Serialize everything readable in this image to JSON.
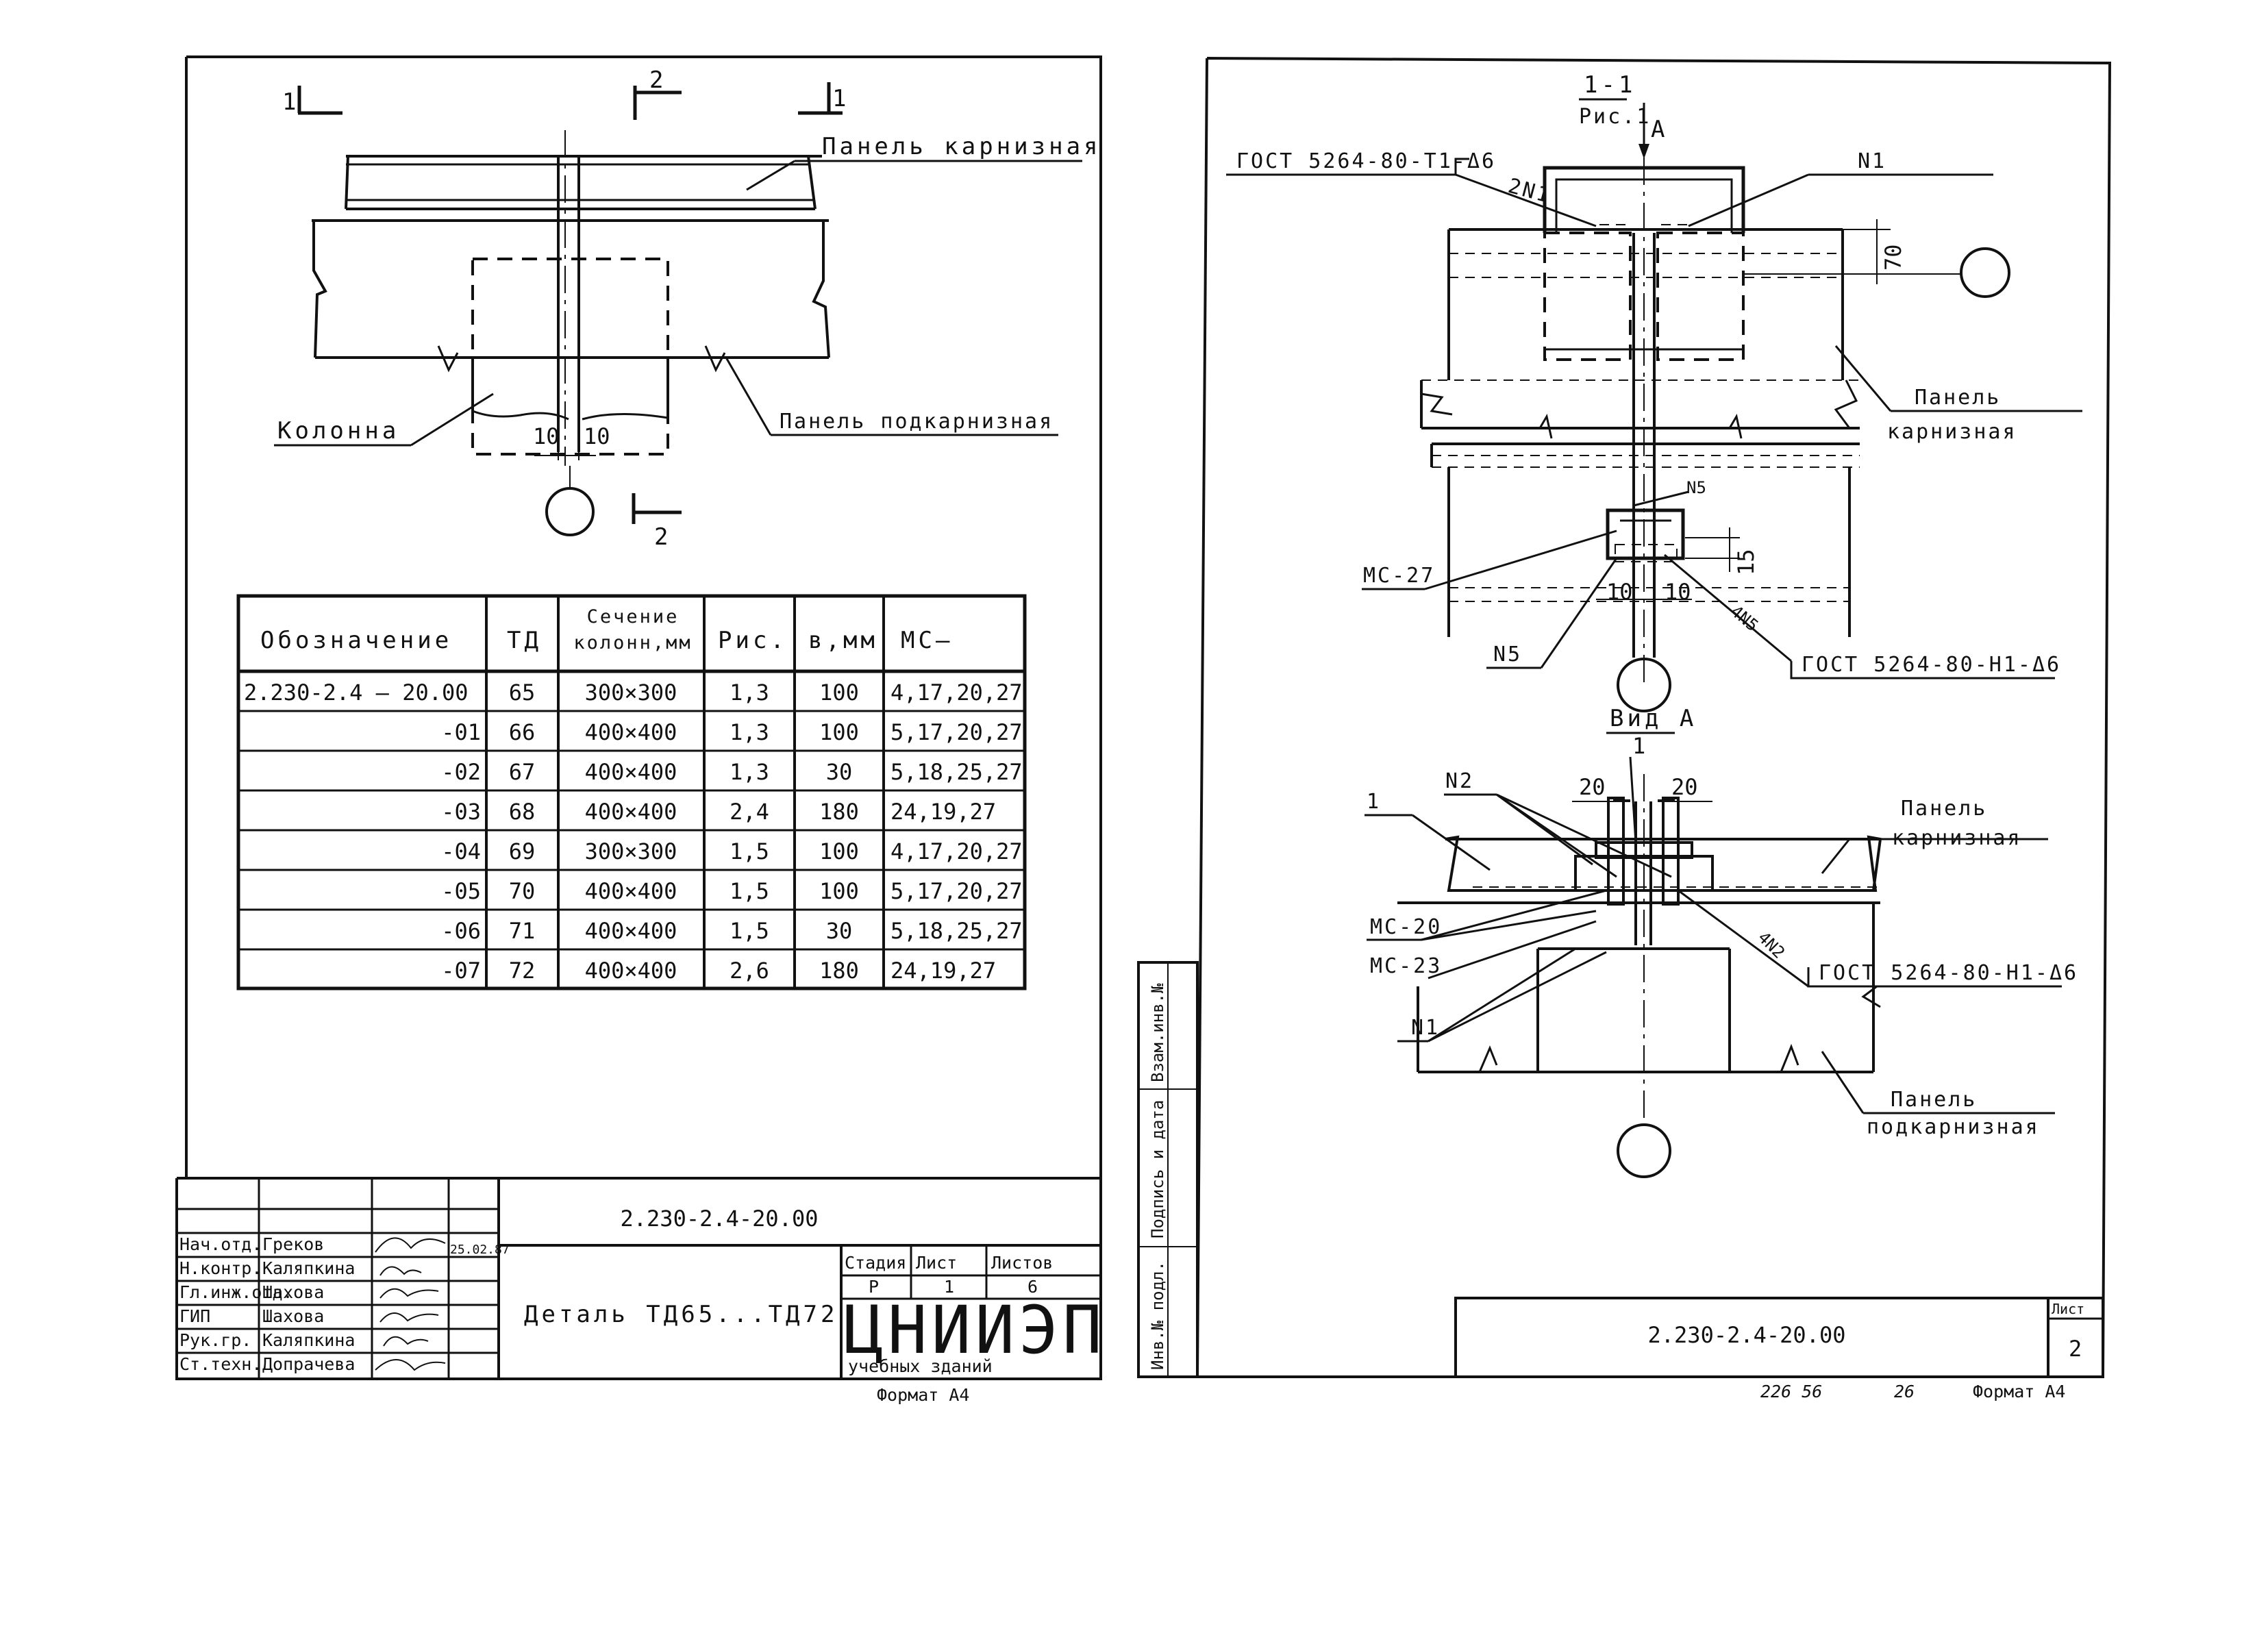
{
  "left_sheet": {
    "plan": {
      "section_1_left": "1",
      "section_2_top": "2",
      "section_1_right": "1",
      "section_2_bottom": "2",
      "label_cornice_panel": "Панель карнизная",
      "label_column": "Колонна",
      "label_sub_cornice_panel": "Панель подкарнизная",
      "dim_left": "10",
      "dim_right": "10"
    },
    "table": {
      "headers": [
        "Обозначение",
        "ТД",
        "Сечение колонн,мм",
        "Рис.",
        "в,мм",
        "МС–"
      ],
      "rows": [
        [
          "2.230-2.4 – 20.00",
          "65",
          "300×300",
          "1,3",
          "100",
          "4,17,20,27"
        ],
        [
          "-01",
          "66",
          "400×400",
          "1,3",
          "100",
          "5,17,20,27"
        ],
        [
          "-02",
          "67",
          "400×400",
          "1,3",
          "30",
          "5,18,25,27"
        ],
        [
          "-03",
          "68",
          "400×400",
          "2,4",
          "180",
          "24,19,27"
        ],
        [
          "-04",
          "69",
          "300×300",
          "1,5",
          "100",
          "4,17,20,27"
        ],
        [
          "-05",
          "70",
          "400×400",
          "1,5",
          "100",
          "5,17,20,27"
        ],
        [
          "-06",
          "71",
          "400×400",
          "1,5",
          "30",
          "5,18,25,27"
        ],
        [
          "-07",
          "72",
          "400×400",
          "2,6",
          "180",
          "24,19,27"
        ]
      ]
    },
    "title_block": {
      "doc_code": "2.230-2.4-20.00",
      "title": "Деталь ТД65...ТД72",
      "stage_header": "Стадия",
      "sheet_header": "Лист",
      "sheets_header": "Листов",
      "stage": "Р",
      "sheet": "1",
      "sheets": "6",
      "org": "ЦНИИЭП",
      "org_sub": "учебных зданий",
      "format": "Формат А4",
      "date": "25.02.87",
      "people": [
        {
          "role": "Нач.отд.",
          "name": "Греков"
        },
        {
          "role": "Н.контр.",
          "name": "Каляпкина"
        },
        {
          "role": "Гл.инж.отд.",
          "name": "Шахова"
        },
        {
          "role": "ГИП",
          "name": "Шахова"
        },
        {
          "role": "Рук.гр.",
          "name": "Каляпкина"
        },
        {
          "role": "Ст.техн.",
          "name": "Допрачева"
        }
      ]
    }
  },
  "right_sheet": {
    "section": {
      "title": "1-1",
      "subtitle": "Рис.1",
      "view_arrow": "А",
      "weld_left": "ГОСТ 5264-80-Т1-Δ6",
      "mark_2n1": "2N1",
      "mark_n1": "N1",
      "dim_70": "70",
      "label_cornice_1": "Панель",
      "label_cornice_2": "карнизная",
      "mark_n5_top": "N5",
      "mark_mc27": "МС-27",
      "dim_15": "15",
      "dim_10a": "10",
      "dim_10b": "10",
      "mark_4n5": "4N5",
      "mark_n5": "N5",
      "weld_right": "ГОСТ 5264-80-Н1-Δ6"
    },
    "view": {
      "title": "Вид А",
      "mark_n2": "N2",
      "mark_1a": "1",
      "dim_20a": "20",
      "dim_20b": "20",
      "mark_1b": "1",
      "label_cornice_1": "Панель",
      "label_cornice_2": "карнизная",
      "mark_mc20": "МС-20",
      "mark_mc23": "МС-23",
      "mark_4n2": "4N2",
      "weld": "ГОСТ 5264-80-Н1-Δ6",
      "mark_n1": "N1",
      "label_sub_1": "Панель",
      "label_sub_2": "подкарнизная"
    },
    "side_stamp": [
      "Инв.№ подл.",
      "Подпись и дата",
      "Взам.инв.№"
    ],
    "title_block": {
      "doc_code": "2.230-2.4-20.00",
      "sheet_header": "Лист",
      "sheet": "2"
    },
    "footer": {
      "number": "226 56",
      "page": "26",
      "format": "Формат А4"
    }
  }
}
